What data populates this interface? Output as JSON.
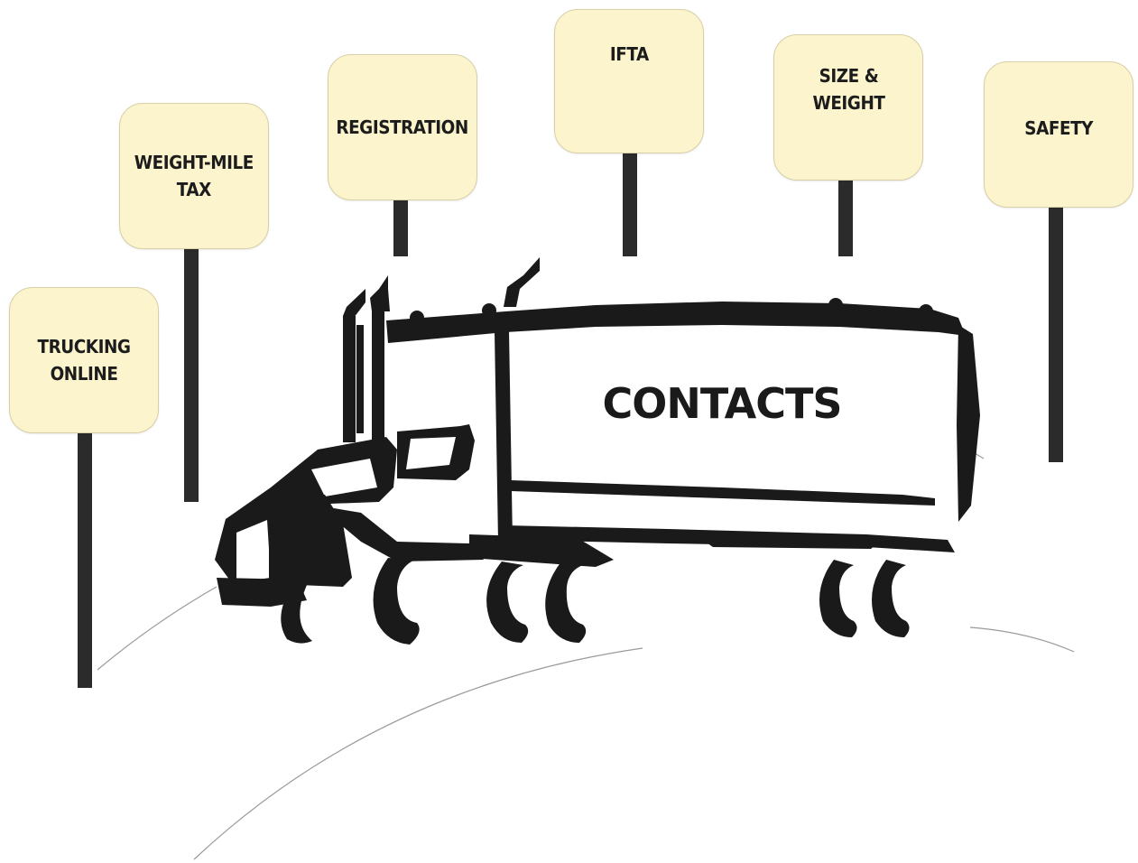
{
  "signs": [
    {
      "id": "trucking-online",
      "label": "TRUCKING\nONLINE"
    },
    {
      "id": "weight-mile-tax",
      "label": "WEIGHT-MILE\nTAX"
    },
    {
      "id": "registration",
      "label": "REGISTRATION"
    },
    {
      "id": "ifta",
      "label": "IFTA"
    },
    {
      "id": "size-weight",
      "label": "SIZE &\nWEIGHT"
    },
    {
      "id": "safety",
      "label": "SAFETY"
    }
  ],
  "truck": {
    "label": "CONTACTS"
  },
  "colors": {
    "sign_fill": "#fbf4cc",
    "ink": "#1a1a1a",
    "post": "#2b2b2b"
  }
}
